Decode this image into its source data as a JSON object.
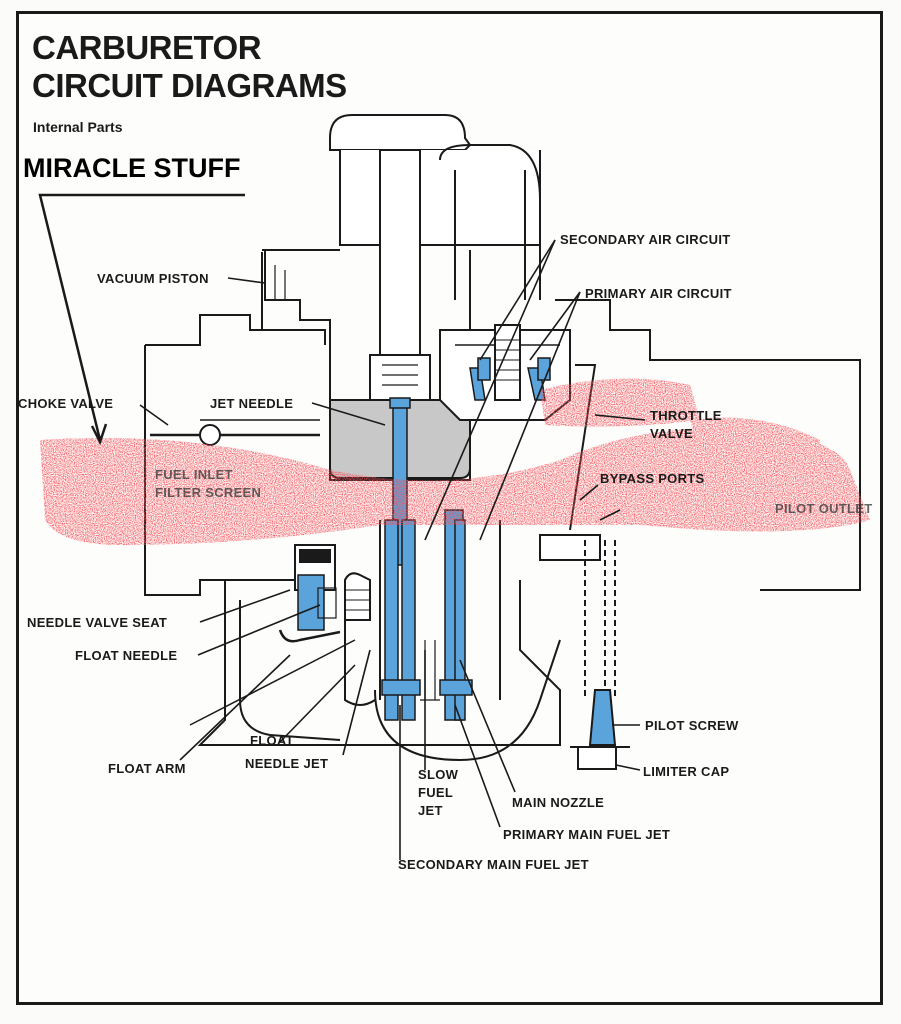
{
  "title": {
    "line1": "CARBURETOR",
    "line2": "CIRCUIT DIAGRAMS"
  },
  "subtitle": "Internal Parts",
  "annotation": "MIRACLE STUFF",
  "labels": {
    "secondary_air_circuit": "SECONDARY AIR CIRCUIT",
    "primary_air_circuit": "PRIMARY AIR CIRCUIT",
    "vacuum_piston": "VACUUM PISTON",
    "choke_valve": "CHOKE VALVE",
    "jet_needle": "JET NEEDLE",
    "throttle_valve_1": "THROTTLE",
    "throttle_valve_2": "VALVE",
    "fuel_inlet_1": "FUEL INLET",
    "fuel_inlet_2": "FILTER SCREEN",
    "bypass_ports": "BYPASS PORTS",
    "pilot_outlet": "PILOT OUTLET",
    "needle_valve_seat": "NEEDLE VALVE SEAT",
    "float_needle": "FLOAT NEEDLE",
    "pilot_screw": "PILOT SCREW",
    "float_1": "FLOAT",
    "float_2": "NEEDLE JET",
    "float_arm": "FLOAT ARM",
    "limiter_cap": "LIMITER CAP",
    "slow_fuel_jet_1": "SLOW",
    "slow_fuel_jet_2": "FUEL",
    "slow_fuel_jet_3": "JET",
    "main_nozzle": "MAIN NOZZLE",
    "primary_main_fuel_jet": "PRIMARY MAIN FUEL JET",
    "secondary_main_fuel_jet": "SECONDARY MAIN FUEL JET"
  },
  "colors": {
    "fuel_blue": "#5ba3db",
    "overlay_red": "#e8141a",
    "ink": "#1a1a1a",
    "body_gray": "#c8c8c8"
  }
}
